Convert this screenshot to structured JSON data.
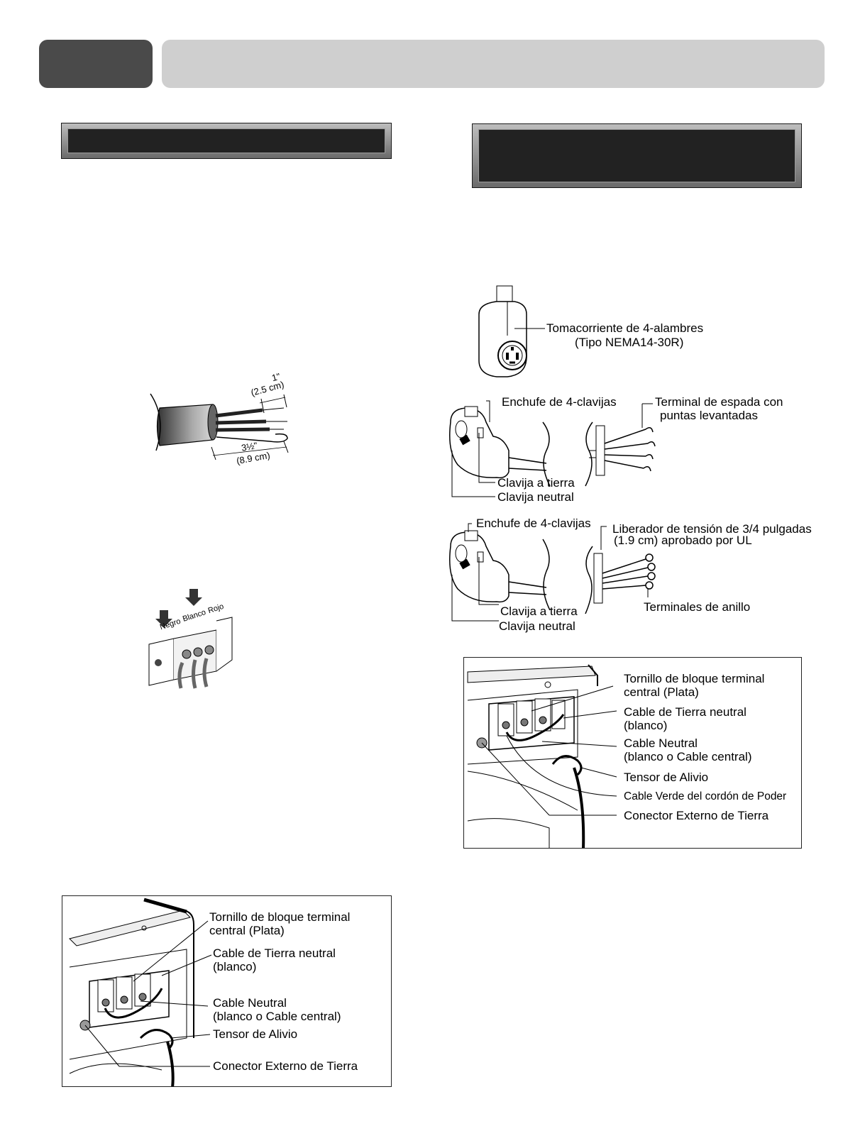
{
  "strip_diagram": {
    "top_dim": "1\"",
    "top_dim_cm": "(2.5 cm)",
    "bottom_dim": "3½\"",
    "bottom_dim_cm": "(8.9 cm)"
  },
  "terminal_colors": {
    "negro": "Negro",
    "blanco": "Blanco",
    "rojo": "Rojo"
  },
  "three_wire_panel": {
    "screw_line1": "Tornillo de bloque terminal",
    "screw_line2": "central (Plata)",
    "ground_line1": "Cable de Tierra neutral",
    "ground_line2": "(blanco)",
    "neutral_line1": "Cable Neutral",
    "neutral_line2": "(blanco o  Cable central)",
    "strain": "Tensor de Alivio",
    "ext_ground": "Conector Externo de Tierra"
  },
  "outlet": {
    "line1": "Tomacorriente de 4-alambres",
    "line2": "(Tipo NEMA14-30R)"
  },
  "plug_spade": {
    "plug": "Enchufe de 4-clavijas",
    "spade_line1": "Terminal de espada con",
    "spade_line2": "puntas levantadas",
    "ground_pin": "Clavija a tierra",
    "neutral_pin": "Clavija neutral"
  },
  "plug_ring": {
    "plug": "Enchufe de 4-clavijas",
    "relief_line1": "Liberador de tensión de 3/4 pulgadas",
    "relief_line2": "(1.9 cm) aprobado por UL",
    "ring": "Terminales de anillo",
    "ground_pin": "Clavija a tierra",
    "neutral_pin": "Clavija neutral"
  },
  "four_wire_panel": {
    "screw_line1": "Tornillo de bloque terminal",
    "screw_line2": "central (Plata)",
    "ground_line1": "Cable de Tierra neutral",
    "ground_line2": "(blanco)",
    "neutral_line1": "Cable Neutral",
    "neutral_line2": "(blanco o  Cable central)",
    "strain": "Tensor de Alivio",
    "green": "Cable Verde del cordón de Poder",
    "ext_ground": "Conector Externo de Tierra"
  }
}
